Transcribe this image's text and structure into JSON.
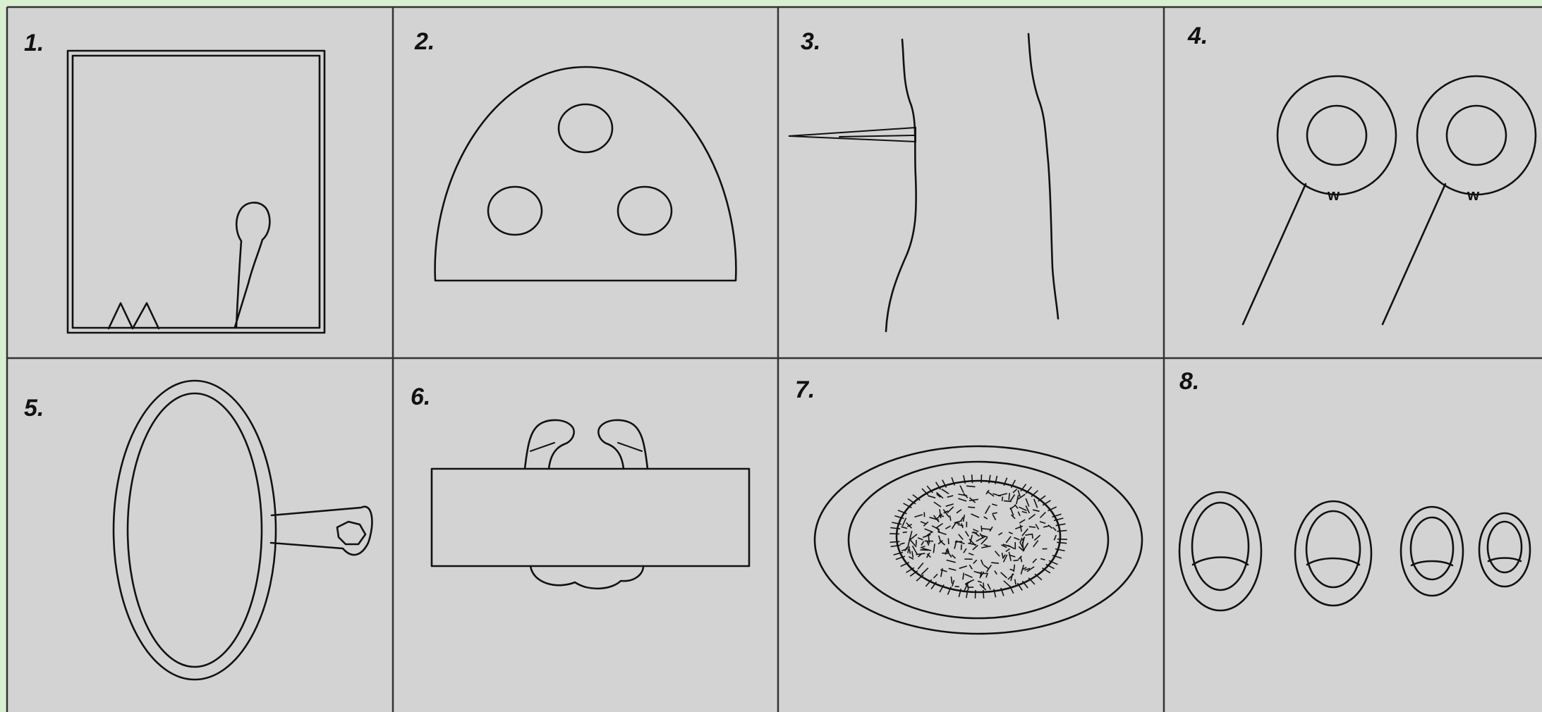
{
  "colors": {
    "page_background": "#d8efd2",
    "panel_background": "#d3d3d3",
    "line": "#111111"
  },
  "panels": [
    {
      "label": "1."
    },
    {
      "label": "2."
    },
    {
      "label": "3."
    },
    {
      "label": "4."
    },
    {
      "label": "5."
    },
    {
      "label": "6."
    },
    {
      "label": "7."
    },
    {
      "label": "8."
    }
  ]
}
